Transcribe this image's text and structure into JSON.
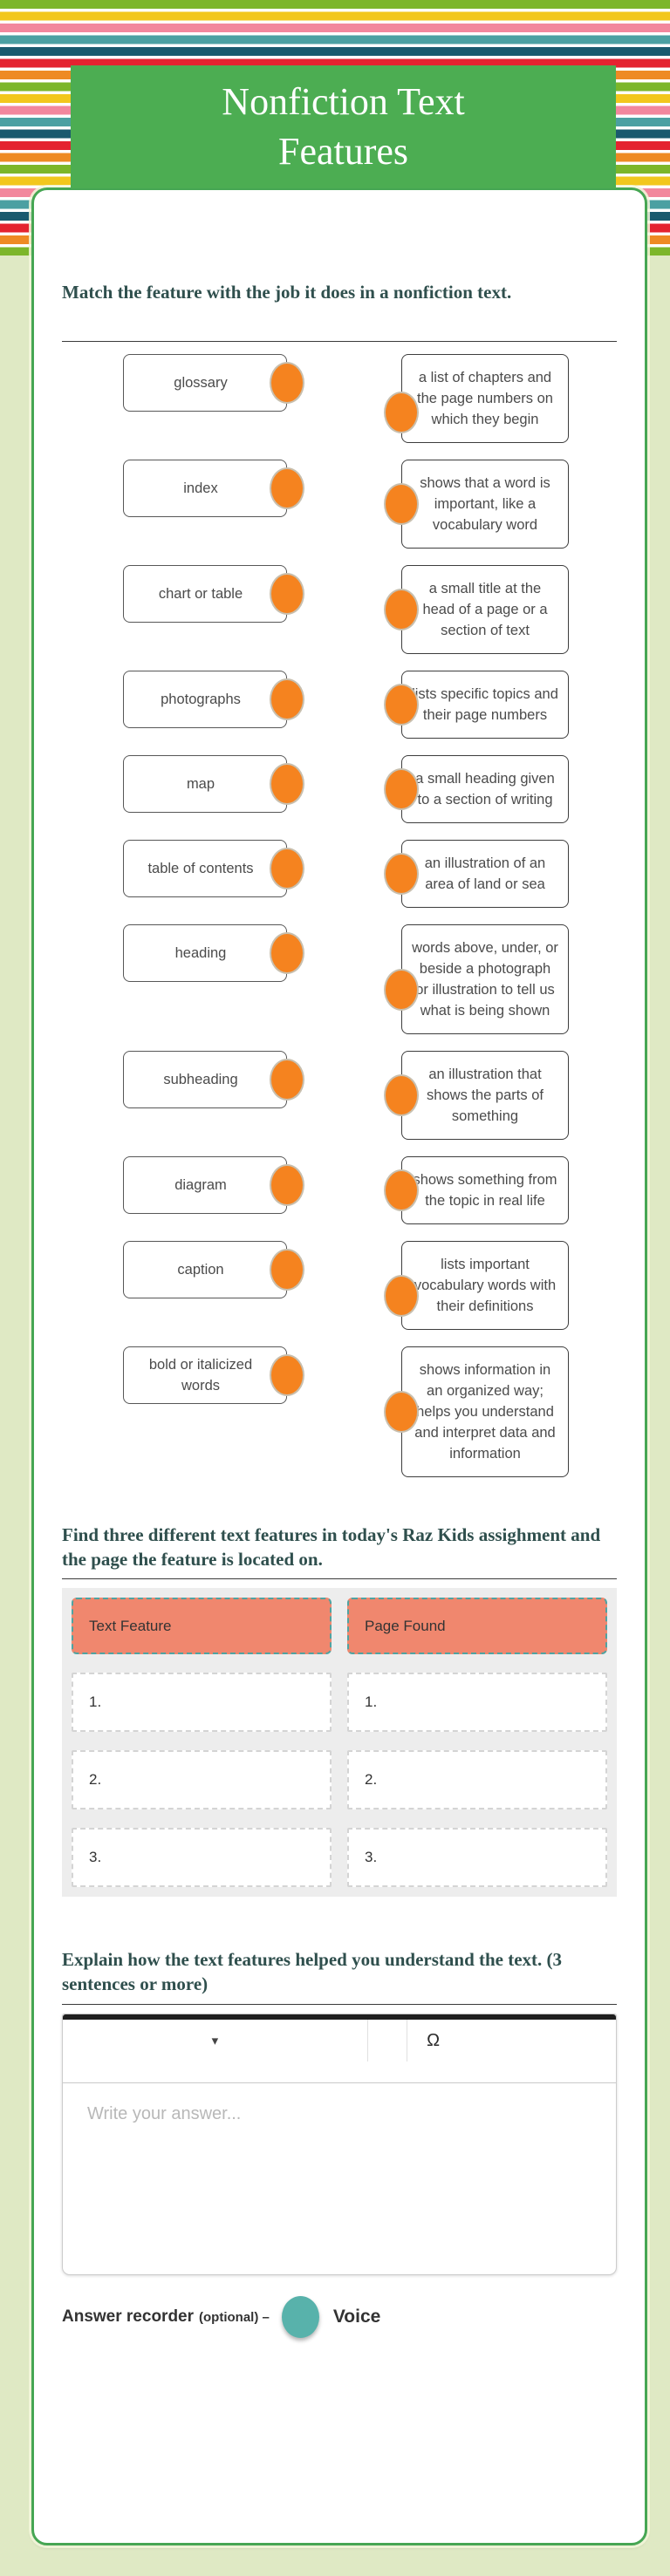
{
  "title": "Nonfiction Text Features",
  "colors": {
    "header_green": "#4cad52",
    "card_border_green": "#46a653",
    "page_bg": "#dfe9c4",
    "connector_orange": "#f5831f",
    "table_header_salmon": "#f0876e",
    "table_header_border_teal": "#4fa3a1",
    "voice_teal": "#58b2ab"
  },
  "match": {
    "instruction": "Match the feature with the job it does in a nonfiction text.",
    "pairs": [
      {
        "term": "glossary",
        "definition": "a list of chapters and the page numbers on which they begin"
      },
      {
        "term": "index",
        "definition": "shows that a word is important, like a vocabulary word"
      },
      {
        "term": "chart or table",
        "definition": "a small title at the head of a page or a section of text"
      },
      {
        "term": "photographs",
        "definition": "lists specific topics and their page numbers"
      },
      {
        "term": "map",
        "definition": "a small heading given to a section of writing"
      },
      {
        "term": "table of contents",
        "definition": "an illustration of an area of land or sea"
      },
      {
        "term": "heading",
        "definition": "words above, under, or beside a photograph or illustration to tell us what is being shown"
      },
      {
        "term": "subheading",
        "definition": "an illustration that shows the parts of something"
      },
      {
        "term": "diagram",
        "definition": "shows something from the topic in real life"
      },
      {
        "term": "caption",
        "definition": "lists important vocabulary words with their definitions"
      },
      {
        "term": "bold or italicized words",
        "definition": "shows information in an organized way; helps you understand and interpret data and information"
      }
    ]
  },
  "table": {
    "instruction": "Find  three different text features in today's Raz Kids assighment and the page the feature is located on.",
    "headers": [
      "Text Feature",
      "Page Found"
    ],
    "rows": [
      [
        "1.",
        "1."
      ],
      [
        "2.",
        "2."
      ],
      [
        "3.",
        "3."
      ]
    ]
  },
  "explain": {
    "instruction": "Explain how the text features helped you understand the text. (3 sentences or more)",
    "toolbar": {
      "dropdown_icon": "▾",
      "special_char_icon": "Ω"
    },
    "placeholder": "Write your answer..."
  },
  "recorder": {
    "label": "Answer recorder",
    "optional_suffix": "(optional) –",
    "voice_label": "Voice"
  }
}
